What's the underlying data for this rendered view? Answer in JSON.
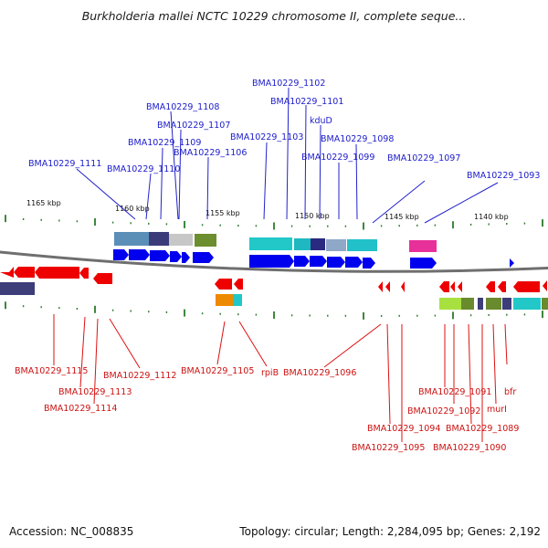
{
  "title": "Burkholderia mallei NCTC 10229 chromosome II, complete seque...",
  "footer": {
    "accession": "Accession: NC_008835",
    "summary": "Topology: circular; Length: 2,284,095 bp; Genes: 2,192"
  },
  "colors": {
    "top_labels": "#1b1bcc",
    "bottom_labels": "#cc1111",
    "forward_genes": "#0000ee",
    "reverse_genes": "#ee0000",
    "ticks": "#2a7a2a",
    "backbone": "#777777"
  },
  "kbp_ticks": [
    "1165 kbp",
    "1160 kbp",
    "1155 kbp",
    "1150 kbp",
    "1145 kbp",
    "1140 kbp"
  ],
  "top_labels": [
    "BMA10229_1102",
    "BMA10229_1101",
    "kduD",
    "BMA10229_1108",
    "BMA10229_1107",
    "BMA10229_1109",
    "BMA10229_1103",
    "BMA10229_1098",
    "BMA10229_1106",
    "BMA10229_1099",
    "BMA10229_1111",
    "BMA10229_1110",
    "BMA10229_1097",
    "BMA10229_1093"
  ],
  "bottom_labels": [
    "BMA10229_1115",
    "BMA10229_1112",
    "BMA10229_1105",
    "rpiB",
    "BMA10229_1096",
    "BMA10229_1113",
    "BMA10229_1114",
    "BMA10229_1091",
    "bfr",
    "BMA10229_1092",
    "murI",
    "BMA10229_1094",
    "BMA10229_1089",
    "BMA10229_1095",
    "BMA10229_1090"
  ]
}
